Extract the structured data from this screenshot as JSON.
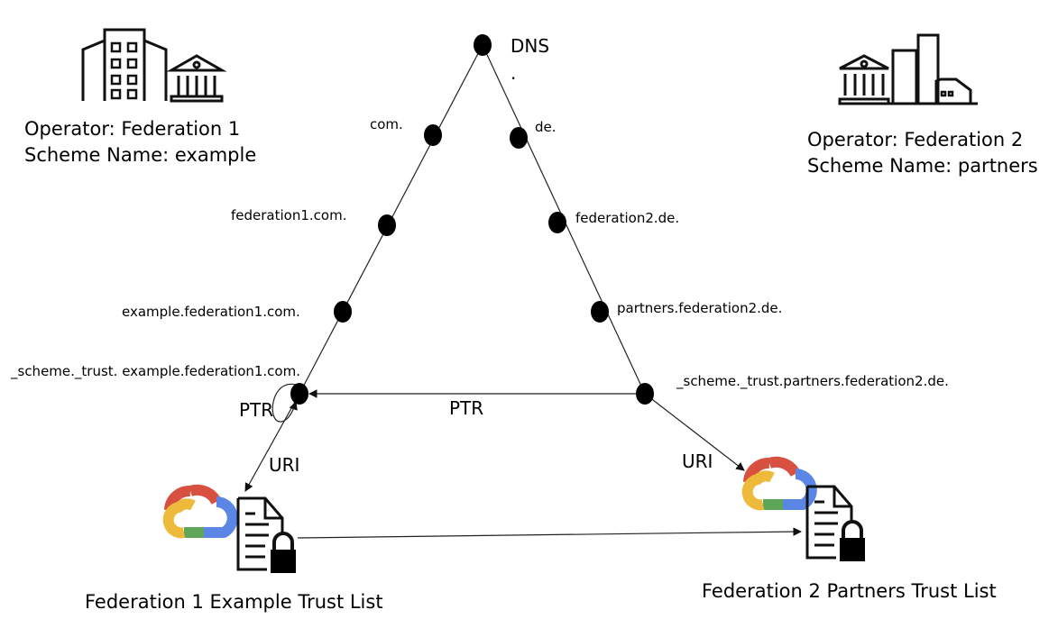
{
  "federation1": {
    "operator": "Operator: Federation 1",
    "scheme": "Scheme Name: example",
    "trust_list": "Federation 1 Example Trust List"
  },
  "federation2": {
    "operator": "Operator: Federation 2",
    "scheme": "Scheme Name: partners",
    "trust_list": "Federation 2 Partners Trust List"
  },
  "dns": {
    "root": "DNS",
    "root_dot": ".",
    "com": "com.",
    "de": "de.",
    "federation1": "federation1.com.",
    "federation2": "federation2.de.",
    "example": "example.federation1.com.",
    "partners": "partners.federation2.de.",
    "scheme1": "_scheme._trust. example.federation1.com.",
    "scheme2": "_scheme._trust.partners.federation2.de."
  },
  "edges": {
    "ptr_self": "PTR",
    "ptr": "PTR",
    "uri_left": "URI",
    "uri_right": "URI"
  },
  "icons": {
    "left_building": "government-office-buildings-icon",
    "right_building": "city-buildings-icon",
    "cloud": "google-cloud-icon",
    "document": "locked-document-icon"
  }
}
